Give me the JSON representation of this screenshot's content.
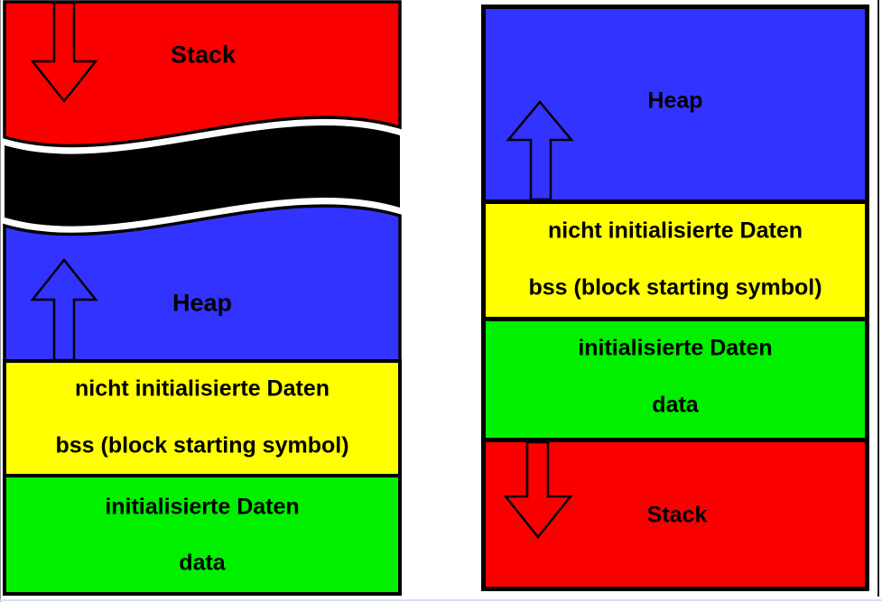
{
  "title_hint": "Memory segment layout diagram (two variants)",
  "colors": {
    "stack_red": "#fb0000",
    "heap_blue": "#3333ff",
    "bss_yellow": "#ffff00",
    "data_green": "#00f000",
    "gap_black": "#000000",
    "wave_gap_white": "#ffffff"
  },
  "left_diagram": {
    "stack_label": "Stack",
    "heap_label": "Heap",
    "bss_line1": "nicht initialisierte Daten",
    "bss_line2": "bss (block starting symbol)",
    "data_line1": "initialisierte Daten",
    "data_line2": "data"
  },
  "right_diagram": {
    "heap_label": "Heap",
    "bss_line1": "nicht initialisierte Daten",
    "bss_line2": "bss (block starting symbol)",
    "data_line1": "initialisierte Daten",
    "data_line2": "data",
    "stack_label": "Stack"
  }
}
